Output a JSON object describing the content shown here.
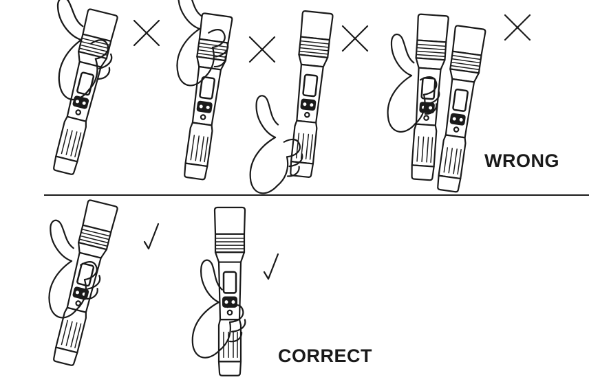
{
  "labels": {
    "wrong": "WRONG",
    "correct": "CORRECT"
  },
  "figures": [
    {
      "group": "wrong",
      "mark": "cross",
      "tilt": 20,
      "hand": "head-left"
    },
    {
      "group": "wrong",
      "mark": "cross",
      "tilt": 10,
      "hand": "head-left"
    },
    {
      "group": "wrong",
      "mark": "cross",
      "tilt": 8,
      "hand": "bottom-left"
    },
    {
      "group": "wrong",
      "mark": "cross",
      "tilt": 8,
      "hand": "two-mics"
    },
    {
      "group": "correct",
      "mark": "check",
      "tilt": 15,
      "hand": "middle-left"
    },
    {
      "group": "correct",
      "mark": "check",
      "tilt": 0,
      "hand": "middle-left"
    }
  ]
}
